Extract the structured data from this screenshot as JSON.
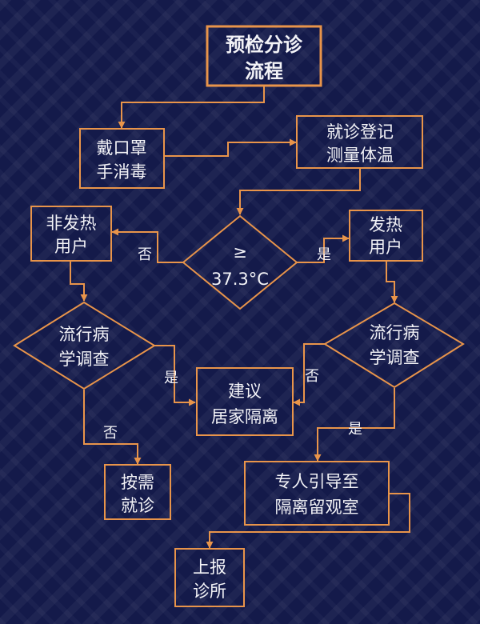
{
  "nodes": {
    "start": [
      "预检分诊",
      "流程"
    ],
    "mask": [
      "戴口罩",
      "手消毒"
    ],
    "register": [
      "就诊登记",
      "测量体温"
    ],
    "temp_check": [
      "≥",
      "37.3°C"
    ],
    "non_fever": [
      "非发热",
      "用户"
    ],
    "fever": [
      "发热",
      "用户"
    ],
    "epi_left": [
      "流行病",
      "学调查"
    ],
    "epi_right": [
      "流行病",
      "学调查"
    ],
    "home_isolation": [
      "建议",
      "居家隔离"
    ],
    "as_needed": [
      "按需",
      "就诊"
    ],
    "escort": [
      "专人引导至",
      "隔离留观室"
    ],
    "report": [
      "上报",
      "诊所"
    ]
  },
  "edge_labels": {
    "temp_no": "否",
    "temp_yes": "是",
    "left_yes": "是",
    "left_no": "否",
    "right_no": "否",
    "right_yes": "是"
  },
  "colors": {
    "background": "#141a4a",
    "stroke": "#e8944a",
    "text": "#f3f3f7"
  }
}
